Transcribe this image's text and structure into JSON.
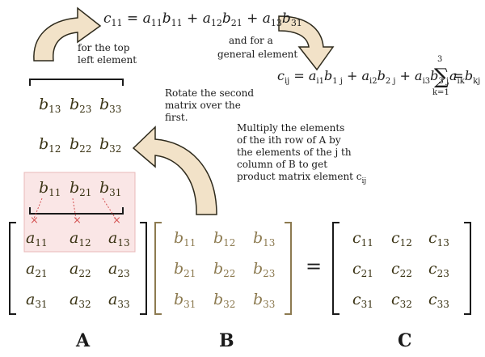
{
  "colors": {
    "text": "#1a1a1a",
    "arrow_fill": "#f2e2c8",
    "arrow_stroke": "#2e2a1c",
    "matrix_a_text": "#3b3415",
    "matrix_b_text": "#8c7a50",
    "highlight_bg": "#fae6e6",
    "highlight_border": "#e8b8b8",
    "dotted_red": "#d45050"
  },
  "formulas": {
    "top_left": {
      "lhs": "c",
      "lhs_sub": "11",
      "terms": [
        {
          "a_sub": "11",
          "b_sub": "11"
        },
        {
          "a_sub": "12",
          "b_sub": "21"
        },
        {
          "a_sub": "13",
          "b_sub": "31"
        }
      ]
    },
    "general": {
      "lhs": "c",
      "lhs_sub": "ij",
      "terms": [
        {
          "a_sub": "i1",
          "b_sub": "1 j"
        },
        {
          "a_sub": "i2",
          "b_sub": "2 j"
        },
        {
          "a_sub": "i3",
          "b_sub": "3 j"
        }
      ],
      "sum_upper": "3",
      "sum_lower": "k=1",
      "sum_a_sub": "ik",
      "sum_b_sub": "kj"
    }
  },
  "labels": {
    "top_left_line1": "for the top",
    "top_left_line2": "left element",
    "general_line1": "and for a",
    "general_line2": "general element",
    "rotate_line1": "Rotate the second",
    "rotate_line2": "matrix over the",
    "rotate_line3": "first.",
    "multiply_line1": "Multiply the elements",
    "multiply_line2": "of the ith row of A by",
    "multiply_line3": "the elements of the j th",
    "multiply_line4": "column of B to get",
    "multiply_line5": "product matrix element c",
    "multiply_sub": "ij"
  },
  "rotated_b": {
    "row1": [
      "13",
      "23",
      "33"
    ],
    "row2": [
      "12",
      "22",
      "32"
    ],
    "row3": [
      "11",
      "21",
      "31"
    ]
  },
  "matrix_a": {
    "name": "A",
    "rows": [
      [
        "11",
        "12",
        "13"
      ],
      [
        "21",
        "22",
        "23"
      ],
      [
        "31",
        "32",
        "33"
      ]
    ]
  },
  "matrix_b": {
    "name": "B",
    "rows": [
      [
        "11",
        "12",
        "13"
      ],
      [
        "21",
        "22",
        "23"
      ],
      [
        "31",
        "32",
        "33"
      ]
    ]
  },
  "matrix_c": {
    "name": "C",
    "rows": [
      [
        "11",
        "12",
        "13"
      ],
      [
        "21",
        "22",
        "23"
      ],
      [
        "31",
        "32",
        "33"
      ]
    ]
  },
  "symbols": {
    "equals": "=",
    "plus": "+",
    "sigma": "∑",
    "a": "a",
    "b": "b",
    "c": "c",
    "x_mark": "×"
  }
}
